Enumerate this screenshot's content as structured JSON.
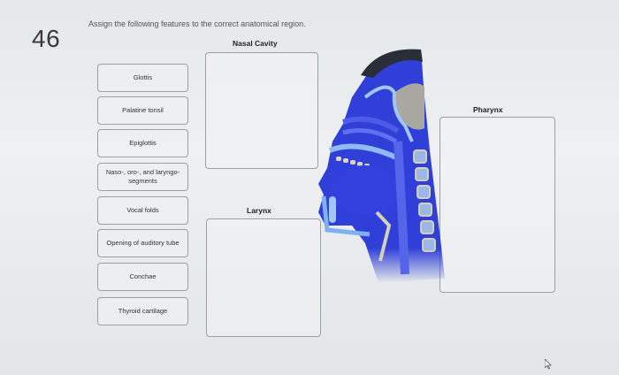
{
  "question": {
    "number": "46",
    "instruction": "Assign the following features to the correct anatomical region."
  },
  "items": [
    {
      "label": "Glottis"
    },
    {
      "label": "Palatine tonsil"
    },
    {
      "label": "Epiglottis"
    },
    {
      "label": "Naso-, oro-, and laryngo- segments"
    },
    {
      "label": "Vocal folds"
    },
    {
      "label": "Opening of auditory tube"
    },
    {
      "label": "Conchae"
    },
    {
      "label": "Thyroid cartilage"
    }
  ],
  "drop_zones": [
    {
      "label": "Nasal Cavity"
    },
    {
      "label": "Larynx"
    },
    {
      "label": "Pharynx"
    }
  ],
  "figure": {
    "icon": "head-sagittal-section-illustration"
  },
  "colors": {
    "figure_blue": "#2f3fd8",
    "figure_light": "#7fb0f0",
    "hair": "#2a2e38",
    "brain": "#a8a8a0"
  }
}
